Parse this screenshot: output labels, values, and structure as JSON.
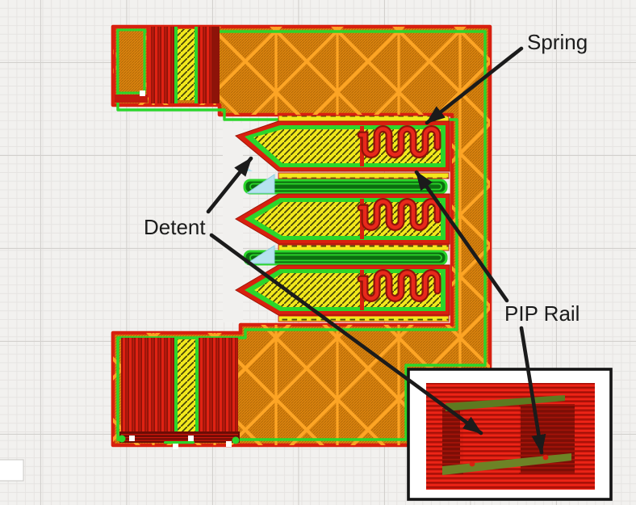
{
  "annotations": {
    "spring": "Spring",
    "detent": "Detent",
    "pip_rail": "PIP Rail"
  },
  "view": {
    "type": "slicer-layer-preview",
    "inset": "magnified-detail-view"
  },
  "colors": {
    "background": "#f2f1ef",
    "grid_minor": "#e6e4e2",
    "grid_major": "#d2d0cd",
    "outer_wall_red": "#d8200f",
    "outer_wall_dark_red": "#8e1309",
    "inner_wall_green": "#2bd62b",
    "inner_wall_dark_green": "#0c6e10",
    "infill_orange": "#e1870f",
    "infill_bright_orange": "#ffa726",
    "skin_yellow": "#f2e81c",
    "skin_hatch_dark": "#454408",
    "bridge_cyan": "#b5e3ef",
    "annotation_black": "#1b1b1b",
    "inset_background": "#ffffff",
    "inset_border": "#141414",
    "inset_slope_green": "#5d7a20"
  }
}
